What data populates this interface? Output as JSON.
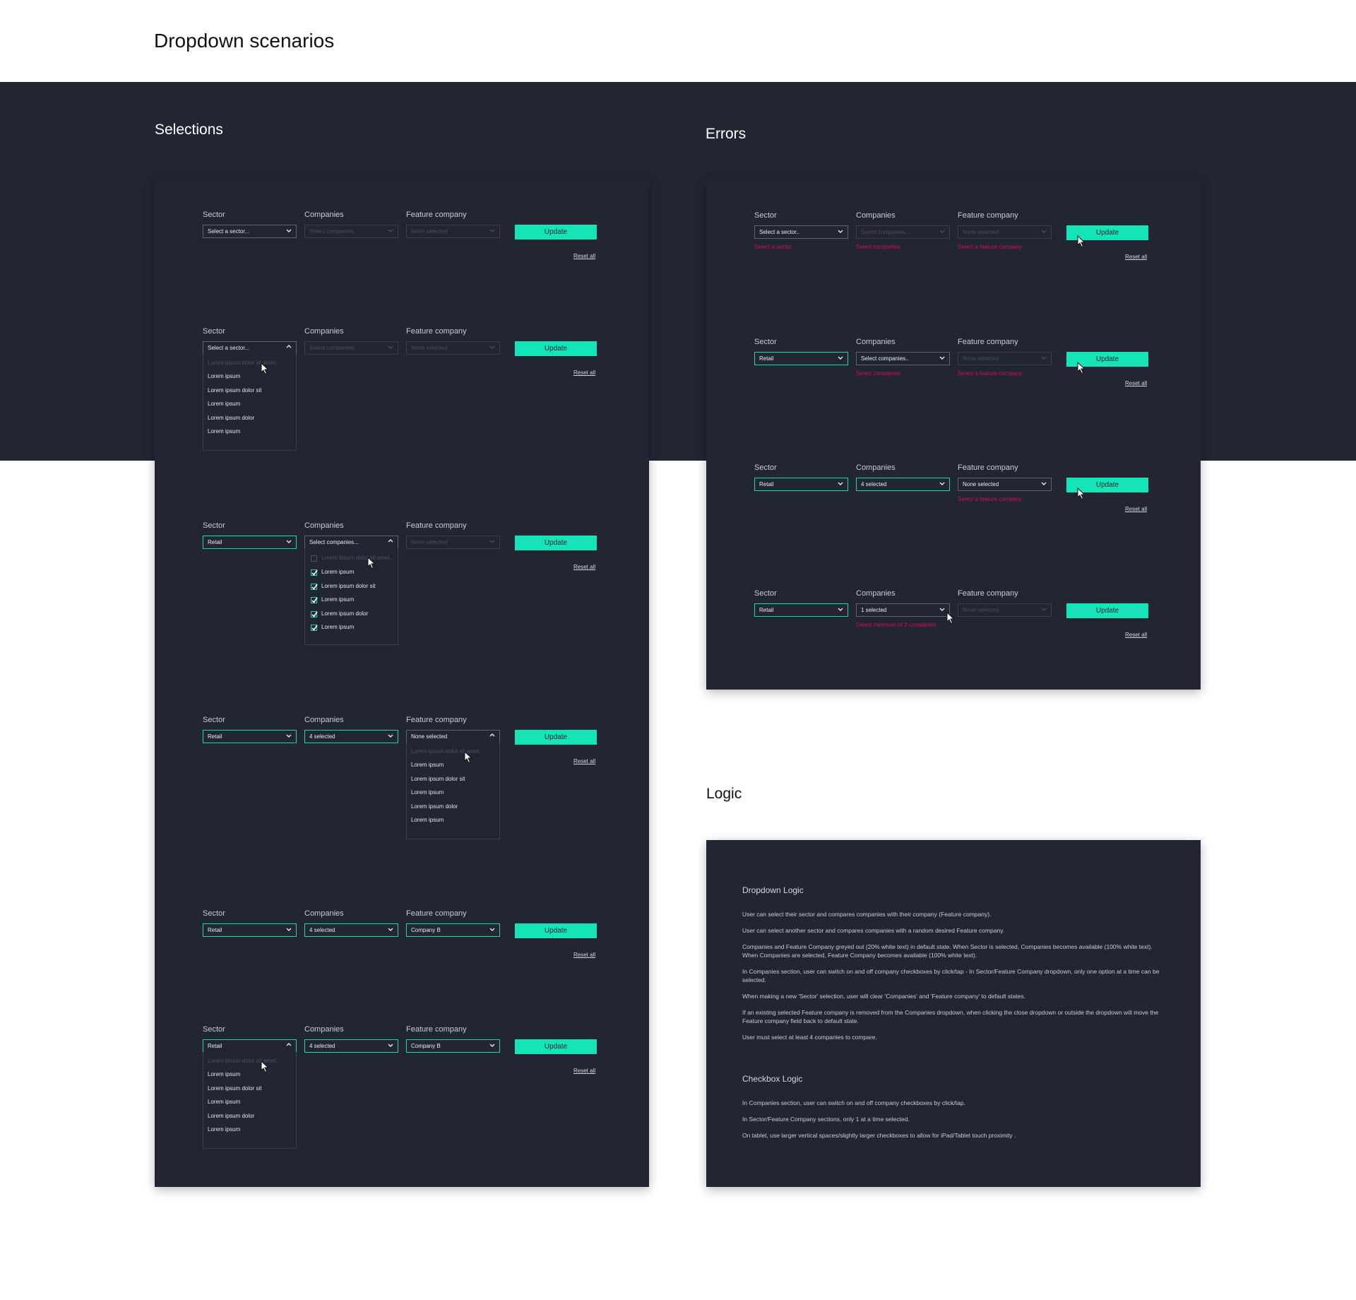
{
  "page_title": "Dropdown scenarios",
  "sections": {
    "selections": "Selections",
    "errors": "Errors",
    "logic": "Logic"
  },
  "labels": {
    "sector": "Sector",
    "companies": "Companies",
    "feature": "Feature company",
    "update": "Update",
    "reset": "Reset all"
  },
  "values": {
    "sector_placeholder": "Select a sector...",
    "sector_placeholder_short": "Select a sector..",
    "companies_placeholder": "Select companies...",
    "companies_placeholder_short": "Select companies..",
    "feature_placeholder": "None selected",
    "retail": "Retail",
    "four_selected": "4 selected",
    "one_selected": "1 selected",
    "company_b": "Company B"
  },
  "menu_options": {
    "placeholder": "Lorem ipsum dolor sit amet..",
    "items": [
      "Lorem ipsum",
      "Lorem ipsum dolor sit",
      "Lorem ipsum",
      "Lorem ipsum dolor",
      "Lorem ipsum"
    ]
  },
  "errors": {
    "sector": "Select a sector",
    "companies": "Select companies",
    "feature": "Select a feature company",
    "minimum": "Select minimum of 2 companies"
  },
  "logic": {
    "dropdown_title": "Dropdown Logic",
    "dropdown_paras": [
      "User can select their sector and compares companies with their company (Feature company).",
      "User can select another sector and compares companies with a random desired Feature company.",
      "Companies and Feature Company greyed out (20% white text) in default state. When Sector is selected, Companies becomes available (100% white text). When Companies are selected, Feature Company becomes available (100% white text).",
      "In Companies section, user can switch on and off company checkboxes by click/tap - In Sector/Feature Company dropdown, only one option at a time can be selected.",
      "When making a new 'Sector' selection, user will clear 'Companies' and 'Feature company' to default states.",
      "If an existing selected Feature company is removed from the Companies dropdown, when clicking the close dropdown or outside the dropdown will move the Feature company field back to default state.",
      "User must select at least 4 companies to compare."
    ],
    "checkbox_title": "Checkbox Logic",
    "checkbox_paras": [
      "In Companies section, user can switch on and off company checkboxes by click/tap.",
      "In Sector/Feature Company sections, only 1 at a time selected.",
      "On tablet, use larger vertical spaces/slightly larger checkboxes to allow for iPad/Tablet touch proximity ."
    ]
  },
  "colors": {
    "background_dark": "#222633",
    "accent": "#14e4b8",
    "error": "#d80b55"
  }
}
